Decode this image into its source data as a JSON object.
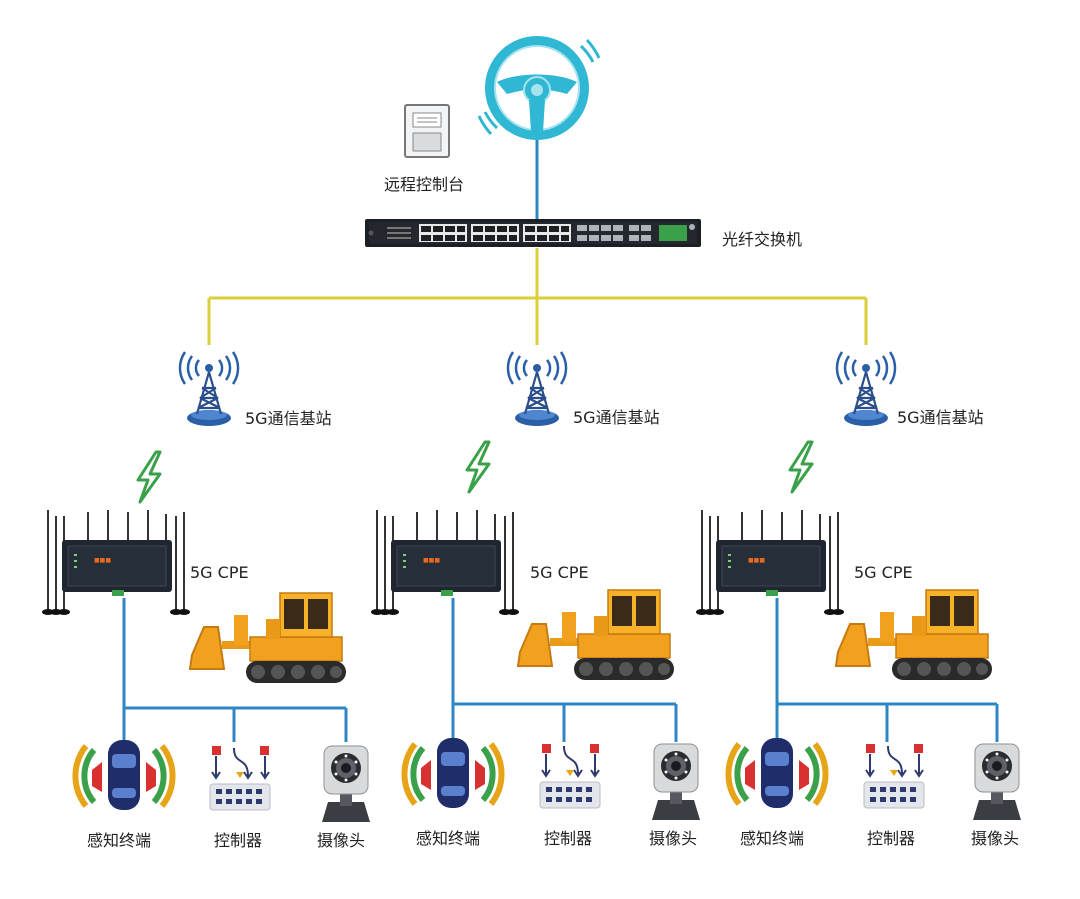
{
  "remote_console": {
    "label": "远程控制台",
    "icon": "remote-console-icon"
  },
  "steering": {
    "icon": "steering-wheel-icon"
  },
  "switch": {
    "label": "光纤交换机",
    "icon": "fiber-switch-icon"
  },
  "branches": [
    {
      "base_station": {
        "label": "5G通信基站",
        "icon": "antenna-tower-icon"
      },
      "wireless_icon": "lightning-icon",
      "cpe": {
        "label": "5G CPE",
        "icon": "cpe-router-icon"
      },
      "vehicle_icon": "bulldozer-icon",
      "endpoints": [
        {
          "label": "感知终端",
          "icon": "sensing-car-icon"
        },
        {
          "label": "控制器",
          "icon": "controller-icon"
        },
        {
          "label": "摄像头",
          "icon": "camera-icon"
        }
      ]
    },
    {
      "base_station": {
        "label": "5G通信基站",
        "icon": "antenna-tower-icon"
      },
      "wireless_icon": "lightning-icon",
      "cpe": {
        "label": "5G CPE",
        "icon": "cpe-router-icon"
      },
      "vehicle_icon": "bulldozer-icon",
      "endpoints": [
        {
          "label": "感知终端",
          "icon": "sensing-car-icon"
        },
        {
          "label": "控制器",
          "icon": "controller-icon"
        },
        {
          "label": "摄像头",
          "icon": "camera-icon"
        }
      ]
    },
    {
      "base_station": {
        "label": "5G通信基站",
        "icon": "antenna-tower-icon"
      },
      "wireless_icon": "lightning-icon",
      "cpe": {
        "label": "5G CPE",
        "icon": "cpe-router-icon"
      },
      "vehicle_icon": "bulldozer-icon",
      "endpoints": [
        {
          "label": "感知终端",
          "icon": "sensing-car-icon"
        },
        {
          "label": "控制器",
          "icon": "controller-icon"
        },
        {
          "label": "摄像头",
          "icon": "camera-icon"
        }
      ]
    }
  ],
  "colors": {
    "fiber_link": "#d9cf3a",
    "ethernet_link": "#2f86c5",
    "steering": "#2fb7d4",
    "wireless": "#3aa14a",
    "tower": "#2a5fa8",
    "bulldozer": "#f2a11f"
  }
}
